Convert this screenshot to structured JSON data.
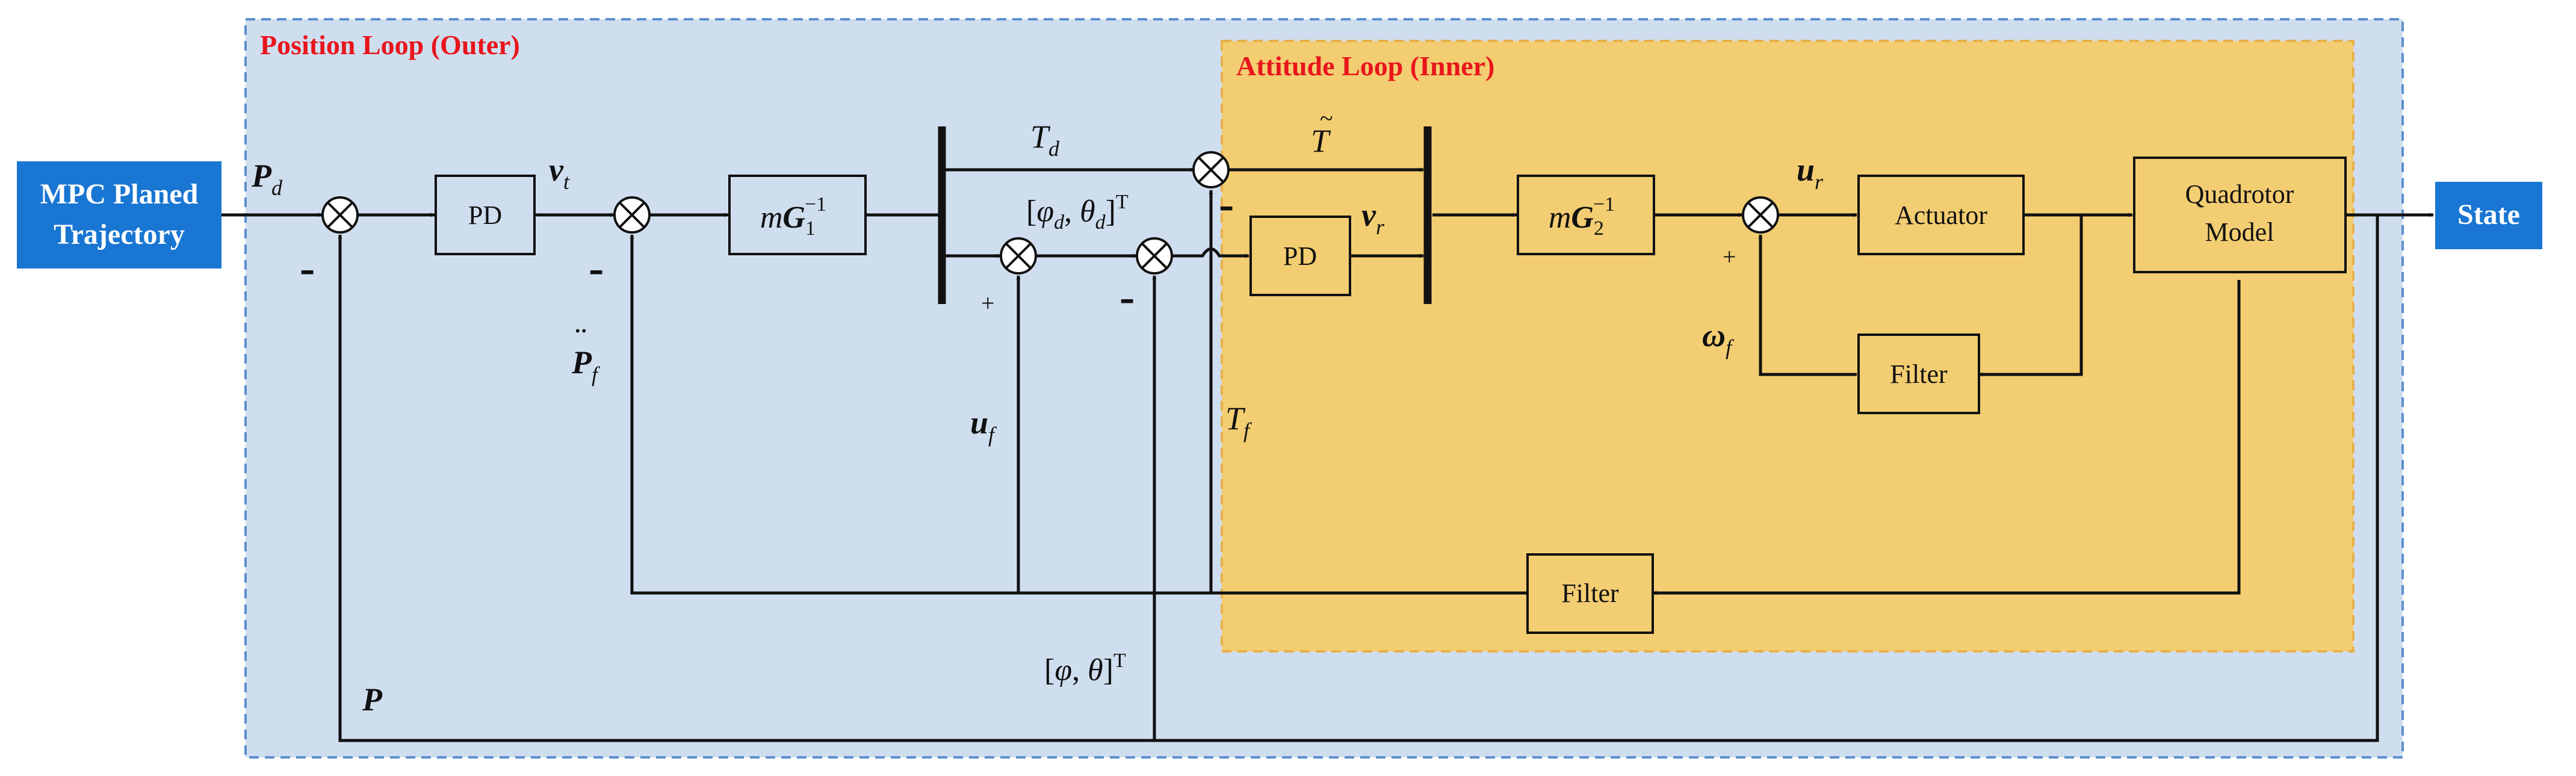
{
  "colors": {
    "outer_bg": "#cfdeef",
    "outer_border": "#5b8fd0",
    "inner_bg": "#f3cd72",
    "inner_border": "#e8b04a",
    "loop_title": "#e8151b",
    "ext_box": "#1976d2",
    "ext_text": "#ffffff",
    "line": "#111111",
    "block_border": "#111111"
  },
  "regions": {
    "outer_title": "Position Loop (Outer)",
    "inner_title": "Attitude Loop (Inner)"
  },
  "external": {
    "input_line1": "MPC Planed",
    "input_line2": "Trajectory",
    "output": "State"
  },
  "blocks": {
    "pd1": "PD",
    "mg1_m": "m",
    "mg1_G": "G",
    "mg1_sub": "1",
    "mg1_sup": "−1",
    "pd2": "PD",
    "mg2_m": "m",
    "mg2_G": "G",
    "mg2_sub": "2",
    "mg2_sup": "−1",
    "actuator": "Actuator",
    "quad_line1": "Quadrotor",
    "quad_line2": "Model",
    "filter_inner": "Filter",
    "filter_outer": "Filter"
  },
  "signals": {
    "Pd": "P",
    "Pd_sub": "d",
    "vt": "v",
    "vt_sub": "t",
    "Td": "T",
    "Td_sub": "d",
    "phid_open": "[",
    "phid_phi": "φ",
    "phid_phi_sub": "d",
    "phid_comma": ", ",
    "phid_theta": "θ",
    "phid_theta_sub": "d",
    "phid_close": "]",
    "phid_sup": "T",
    "Ttilde": "T",
    "Ttilde_mark": "~",
    "vr": "v",
    "vr_sub": "r",
    "ur": "u",
    "ur_sub": "r",
    "Ppp": "P",
    "Ppp_dots": "¨",
    "Ppp_sub": "f",
    "uf": "u",
    "uf_sub": "f",
    "Tf": "T",
    "Tf_sub": "f",
    "omegaf": "ω",
    "omegaf_sub": "f",
    "phitheta_open": "[",
    "phitheta_phi": "φ",
    "phitheta_comma": ", ",
    "phitheta_theta": "θ",
    "phitheta_close": "]",
    "phitheta_sup": "T",
    "P": "P"
  },
  "signs": {
    "minus": "-",
    "plus": "+"
  }
}
